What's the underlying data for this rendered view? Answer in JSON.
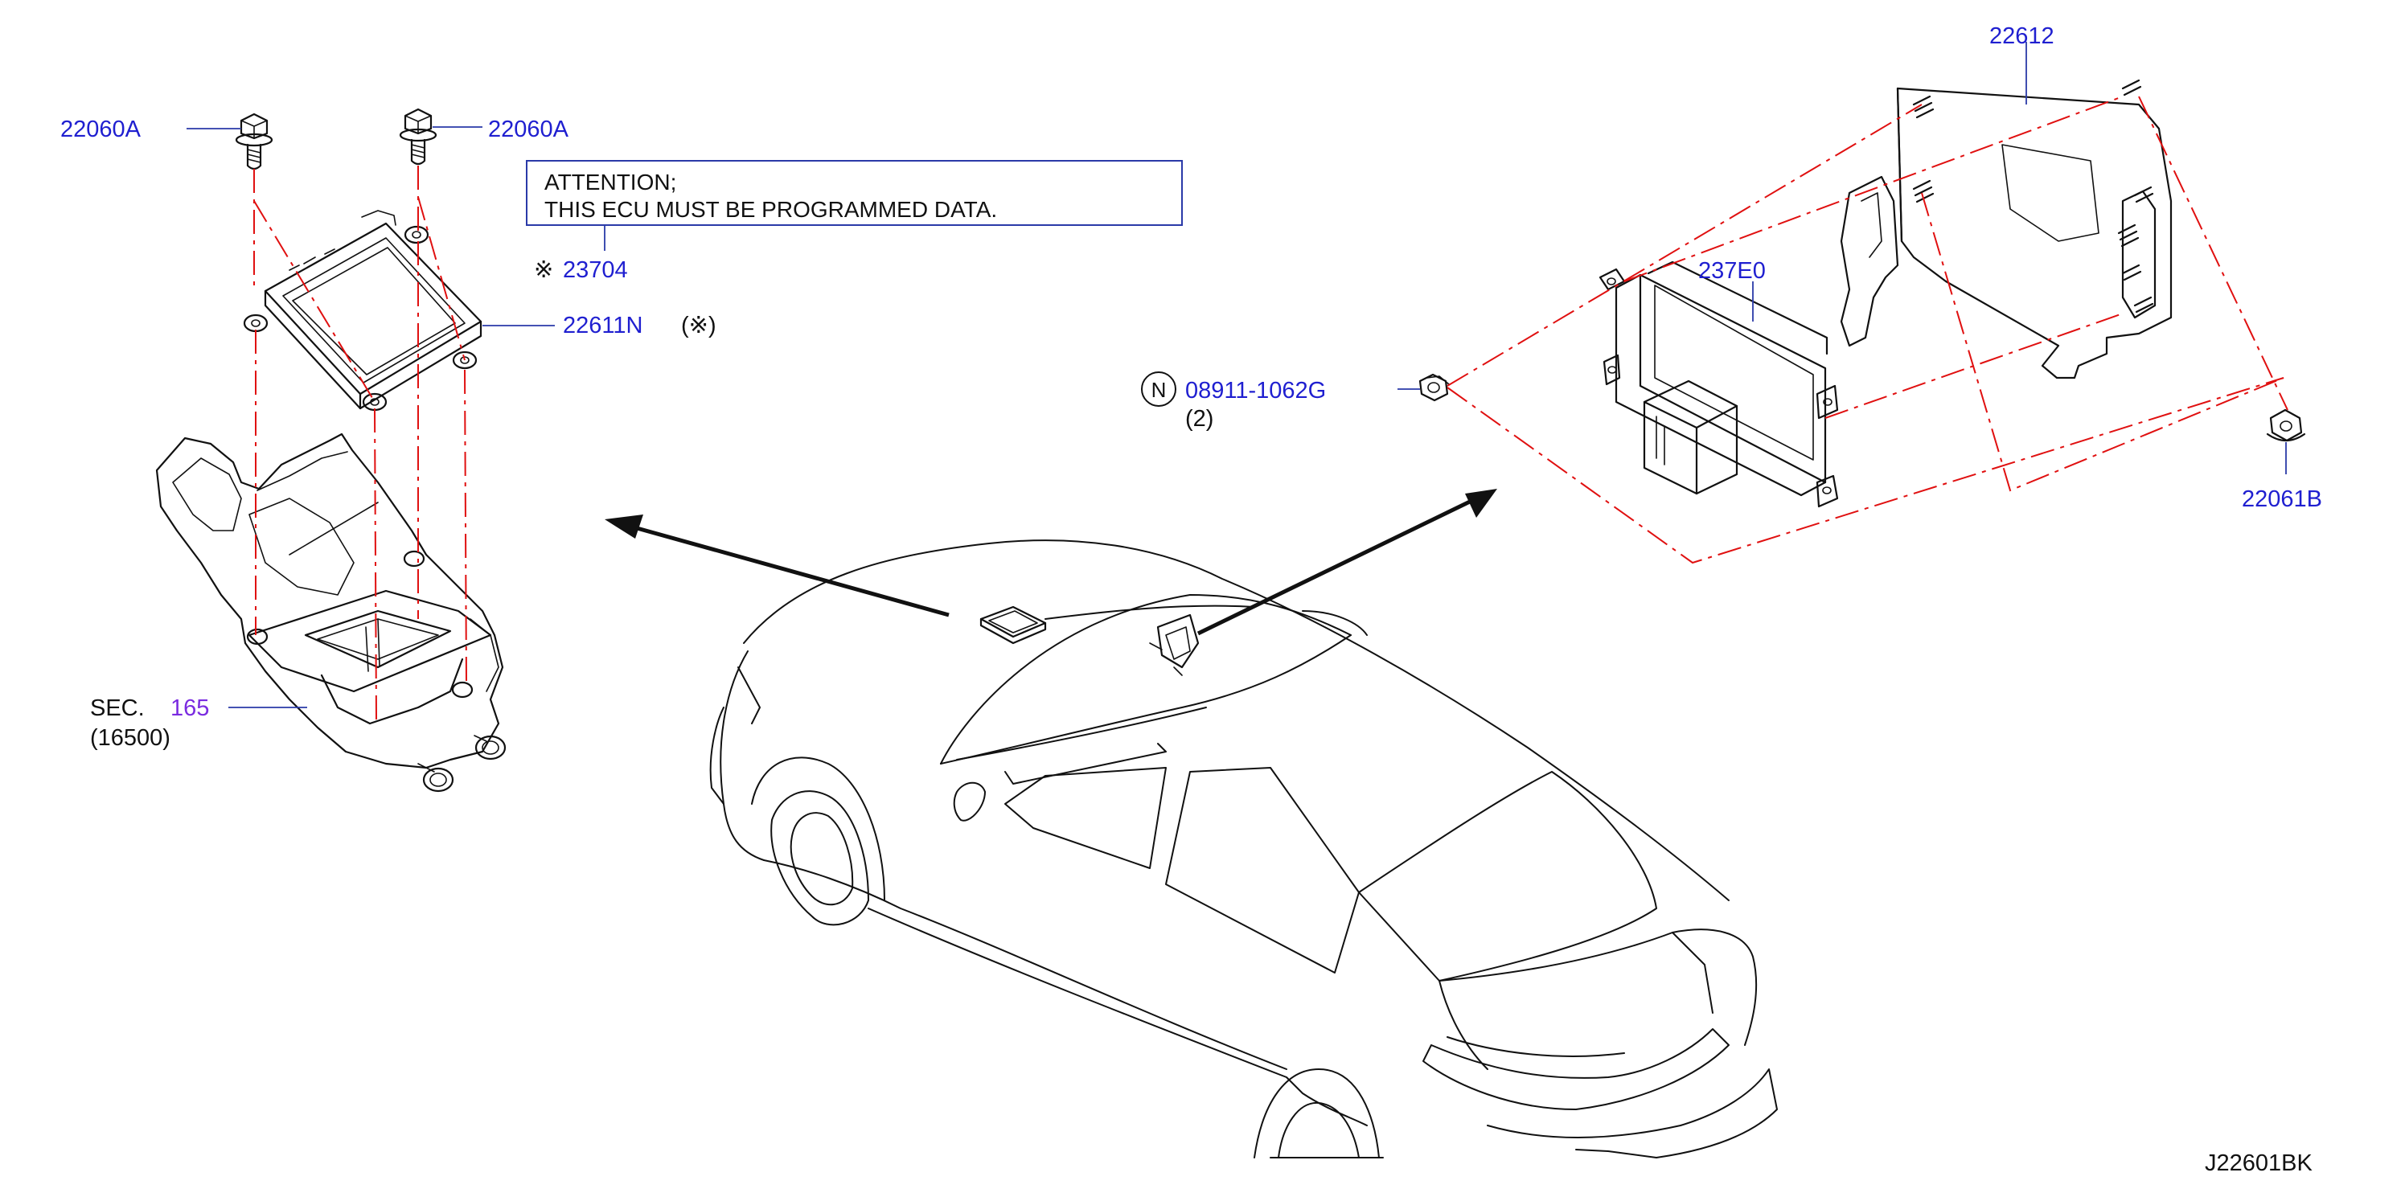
{
  "diagram": {
    "id_code": "J22601BK",
    "attention_line1": "ATTENTION;",
    "attention_line2": "THIS  ECU  MUST  BE  PROGRAMMED  DATA.",
    "callouts": {
      "bolt_left": "22060A",
      "bolt_right": "22060A",
      "ecu_marked_symbol": "※",
      "ecu_marked_number": "23704",
      "ecu_unit": "22611N",
      "ecu_unit_note": "(※)",
      "section_prefix": "SEC.",
      "section_number": "165",
      "section_sub": "(16500)",
      "nut_circle_letter": "N",
      "nut_number": "08911-1062G",
      "nut_qty": "(2)",
      "module": "237E0",
      "bracket": "22612",
      "flange_nut": "22061B"
    },
    "colors": {
      "callout_blue": "#1f1fd0",
      "section_purple": "#7a2be0",
      "dash_red": "#e01010",
      "line_black": "#111111"
    }
  }
}
